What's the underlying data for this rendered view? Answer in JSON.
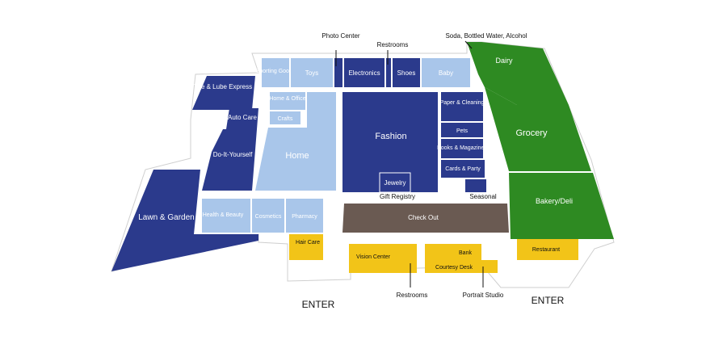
{
  "colors": {
    "navy": "#2b3a8c",
    "light_blue": "#a9c6ea",
    "green": "#2e8a22",
    "gold": "#f2c418",
    "brown": "#6a5a52",
    "outline": "#ffffff",
    "callout_text": "#111111"
  },
  "departments": {
    "tire_lube_express": "Tire & Lube Express",
    "auto_care": "Auto Care",
    "do_it_yourself": "Do-It-Yourself",
    "lawn_garden": "Lawn & Garden",
    "sporting_goods": "Sporting Goods",
    "toys": "Toys",
    "electronics": "Electronics",
    "shoes": "Shoes",
    "baby": "Baby",
    "home_office": "Home & Office",
    "crafts": "Crafts",
    "home": "Home",
    "fashion": "Fashion",
    "jewelry": "Jewelry",
    "paper_cleaning": "Paper & Cleaning",
    "pets": "Pets",
    "books_magazines": "Books & Magazines",
    "cards_party": "Cards & Party",
    "dairy": "Dairy",
    "grocery": "Grocery",
    "bakery_deli": "Bakery/Deli",
    "health_beauty": "Health & Beauty",
    "cosmetics": "Cosmetics",
    "pharmacy": "Pharmacy",
    "check_out": "Check Out",
    "hair_care": "Hair Care",
    "vision_center": "Vision Center",
    "bank": "Bank",
    "courtesy_desk": "Courtesy Desk",
    "restaurant": "Restaurant"
  },
  "callouts": {
    "photo_center": "Photo Center",
    "restrooms_top": "Restrooms",
    "soda_water_alcohol": "Soda, Bottled Water, Alcohol",
    "gift_registry": "Gift Registry",
    "seasonal": "Seasonal",
    "restrooms_bottom": "Restrooms",
    "portrait_studio": "Portrait Studio"
  },
  "entrances": {
    "left": "ENTER",
    "right": "ENTER"
  }
}
